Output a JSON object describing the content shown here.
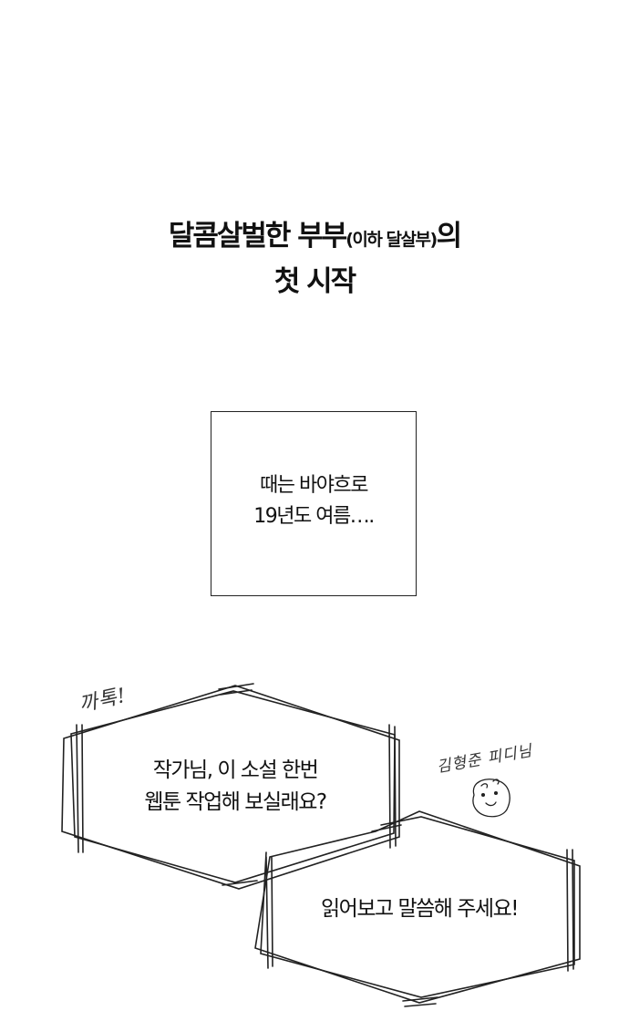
{
  "title": {
    "line1_main": "달콤살벌한 부부",
    "line1_paren": "(이하 달살부)",
    "line1_end": "의",
    "line2": "첫 시작"
  },
  "caption": {
    "line1": "때는 바야흐로",
    "line2": "19년도 여름…."
  },
  "bubble1": {
    "sfx": "까톡!",
    "line1": "작가님, 이 소설 한번",
    "line2": "웹툰 작업해 보실래요?"
  },
  "bubble2": {
    "speaker": "김형준 피디님",
    "text": "읽어보고 말씀해 주세요!"
  }
}
